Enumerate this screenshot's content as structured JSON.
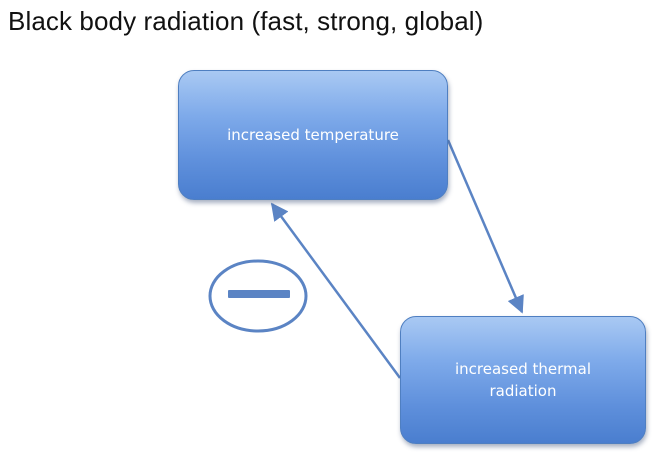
{
  "title": "Black body radiation (fast, strong, global)",
  "nodes": {
    "temperature": "increased temperature",
    "thermal_radiation": "increased thermal\nradiation"
  },
  "feedback_sign": "negative",
  "colors": {
    "node_fill_top": "#a9c9f3",
    "node_fill_bottom": "#4a7ecf",
    "arrow": "#5b84c4",
    "text": "#111111"
  }
}
